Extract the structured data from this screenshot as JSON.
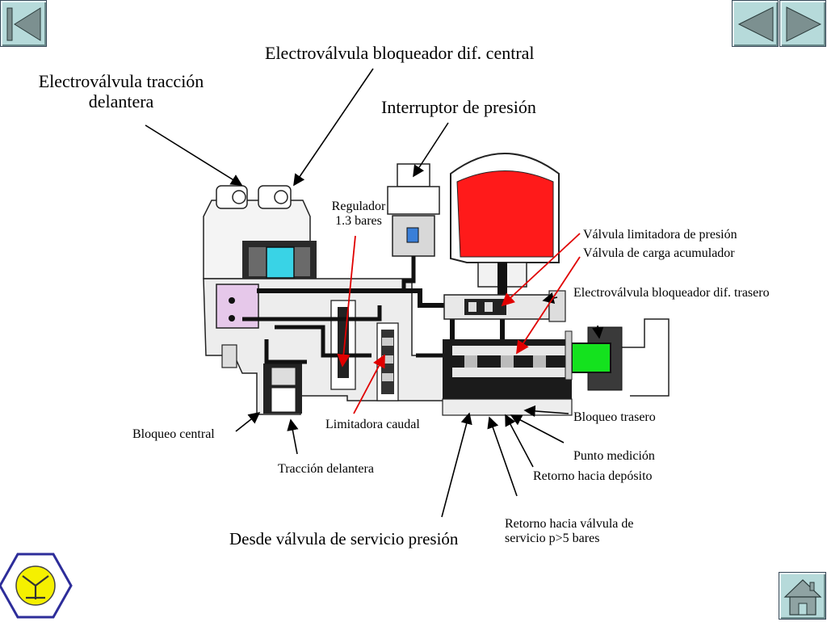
{
  "title_top": "Electroválvula bloqueador dif. central",
  "label_traccion_line1": "Electroválvula tracción",
  "label_traccion_line2": "delantera",
  "label_interruptor": "Interruptor de presión",
  "label_regulador_line1": "Regulador",
  "label_regulador_line2": "1.3 bares",
  "label_valv_limitadora": "Válvula limitadora de presión",
  "label_valv_carga": "Válvula de carga acumulador",
  "label_electro_trasero": "Electroválvula bloqueador dif. trasero",
  "label_bloqueo_trasero": "Bloqueo trasero",
  "label_punto_medicion": "Punto medición",
  "label_retorno_deposito": "Retorno hacia depósito",
  "label_retorno_valvula_line1": "Retorno hacia válvula de",
  "label_retorno_valvula_line2": "servicio p>5 bares",
  "label_desde_valvula": "Desde válvula de servicio presión",
  "label_traccion_delantera": "Tracción delantera",
  "label_limitadora_caudal": "Limitadora caudal",
  "label_bloqueo_central": "Bloqueo central",
  "colors": {
    "accumulator": "#ff1a1a",
    "solenoid_cyan": "#39d3e6",
    "solenoid_green": "#14e21e",
    "valve_pink": "#e6c8ea",
    "pointer_red": "#e00000",
    "nav_button": "#b6dada"
  },
  "icons": {
    "nav_first": "skip-back-icon",
    "nav_prev": "triangle-left-icon",
    "nav_next": "triangle-right-icon",
    "home": "home-icon",
    "logo": "hexagon-logo-icon"
  }
}
